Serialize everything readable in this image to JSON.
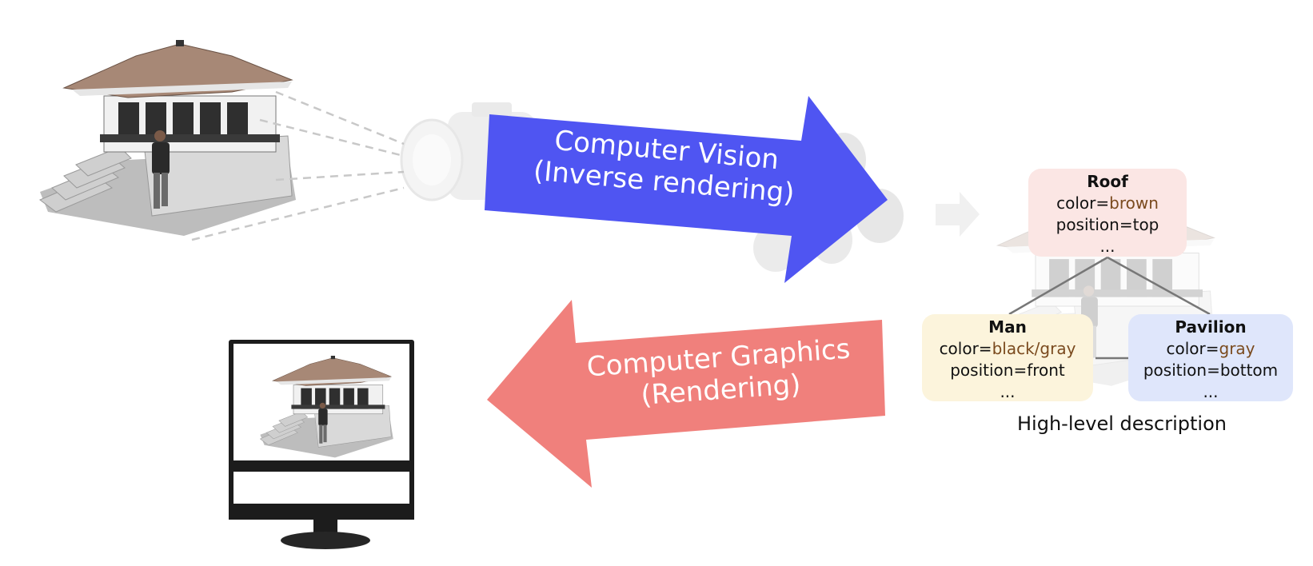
{
  "arrows": {
    "vision": {
      "line1": "Computer Vision",
      "line2": "(Inverse rendering)",
      "color": "#4f55f2"
    },
    "graphics": {
      "line1": "Computer Graphics",
      "line2": "(Rendering)",
      "color": "#f0807c"
    }
  },
  "nodes": {
    "roof": {
      "title": "Roof",
      "color_key": "color=",
      "color_val": "brown",
      "position": "position=top",
      "more": "...",
      "bg": "#fbe6e4"
    },
    "man": {
      "title": "Man",
      "color_key": "color=",
      "color_val": "black/gray",
      "position": "position=front",
      "more": "...",
      "bg": "#fcf4dc"
    },
    "pavilion": {
      "title": "Pavilion",
      "color_key": "color=",
      "color_val": "gray",
      "position": "position=bottom",
      "more": "...",
      "bg": "#dfe6fb"
    }
  },
  "caption": "High-level description",
  "icons": {
    "scene": "pavilion-with-man-illustration",
    "camera": "camera-icon",
    "monitor": "monitor-icon"
  }
}
